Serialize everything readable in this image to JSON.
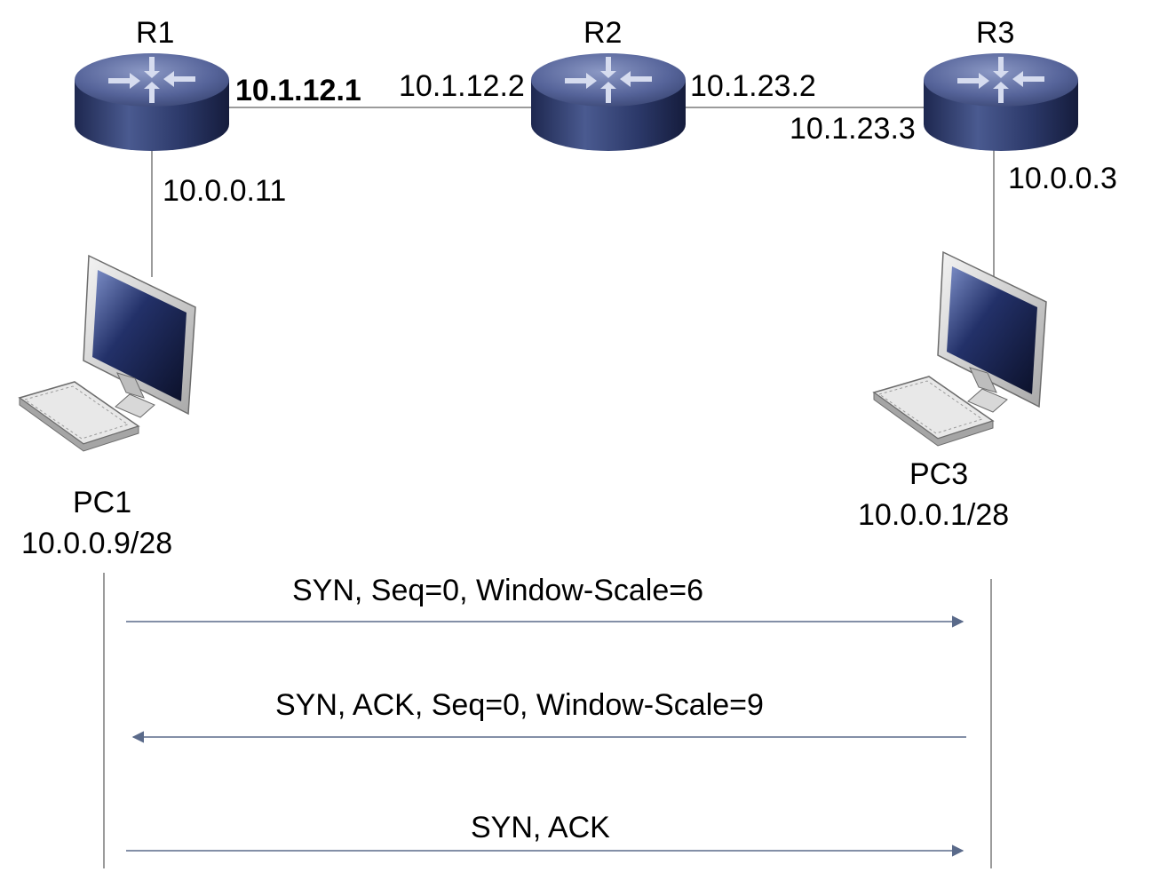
{
  "routers": [
    {
      "name": "R1"
    },
    {
      "name": "R2"
    },
    {
      "name": "R3"
    }
  ],
  "interfaces": {
    "r1_r2_side_r1": "10.1.12.1",
    "r1_r2_side_r2": "10.1.12.2",
    "r2_r3_side_r2": "10.1.23.2",
    "r2_r3_side_r3": "10.1.23.3",
    "r1_lan": "10.0.0.11",
    "r3_lan": "10.0.0.3"
  },
  "hosts": [
    {
      "name": "PC1",
      "ip": "10.0.0.9/28"
    },
    {
      "name": "PC3",
      "ip": "10.0.0.1/28"
    }
  ],
  "messages": [
    {
      "text": "SYN, Seq=0, Window-Scale=6",
      "direction": "right"
    },
    {
      "text": "SYN, ACK, Seq=0, Window-Scale=9",
      "direction": "left"
    },
    {
      "text": "SYN, ACK",
      "direction": "right"
    }
  ],
  "colors": {
    "router_top": "#4a5a8a",
    "router_side": "#2e3a66",
    "link": "#7a7a7a",
    "arrow": "#5a6a8a"
  }
}
